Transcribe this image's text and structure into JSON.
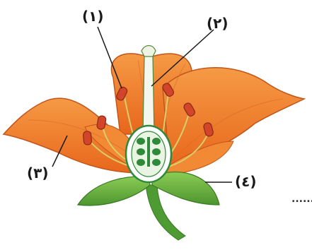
{
  "labels": {
    "one": "(١)",
    "two": "(٢)",
    "three": "(٣)",
    "four": "(٤)"
  },
  "trailing_dots": "......",
  "colors": {
    "petal": "#f07a2a",
    "petal_dark": "#c2551a",
    "sepal": "#5faa3a",
    "stem": "#4e9a33",
    "ovary": "#2e8a3a",
    "anther": "#d2452a",
    "filament": "#d6cf6a"
  }
}
